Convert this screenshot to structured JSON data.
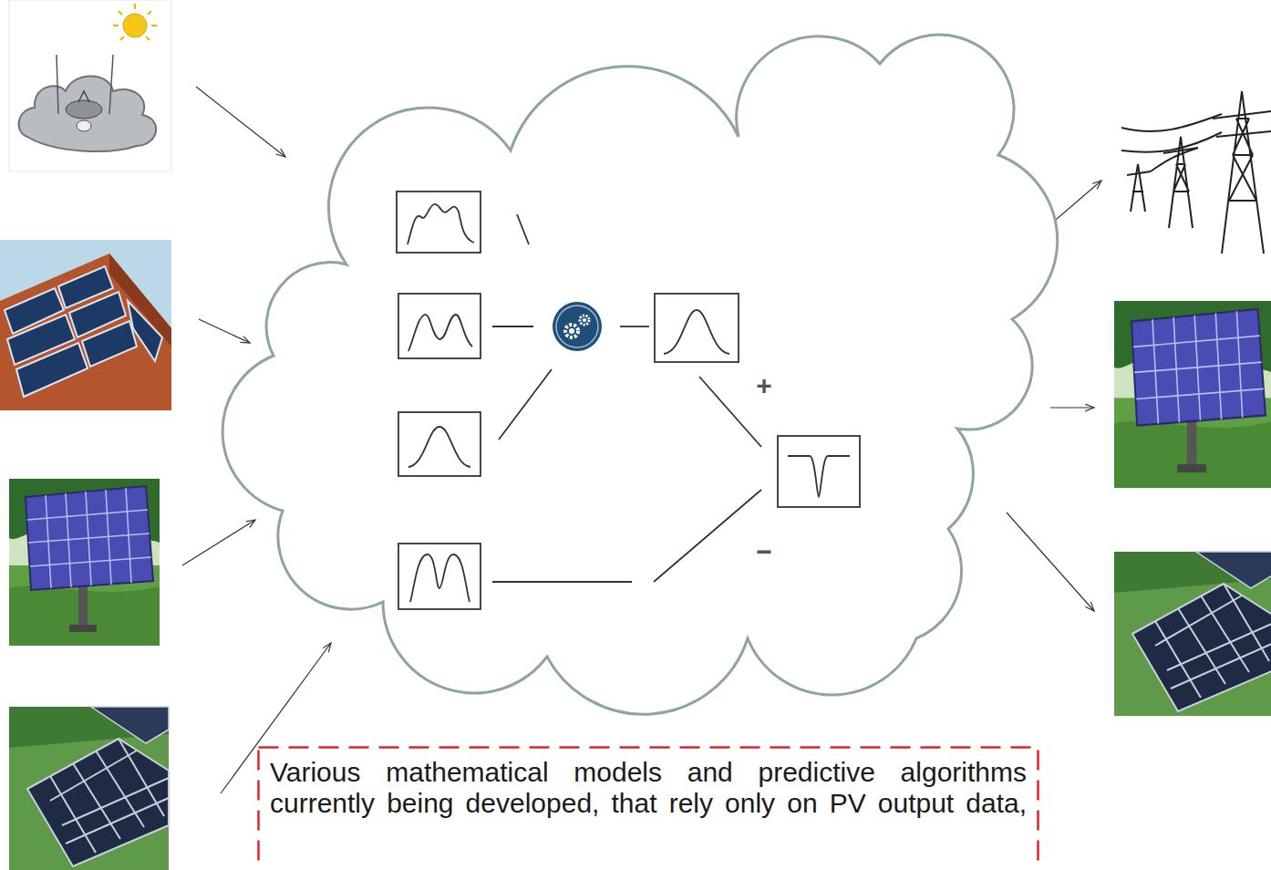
{
  "diagram": {
    "nodes": [
      {
        "text": [
          "Various mathematical models and predictive algorithms currently being developed, that rely only on PV output data,"
        ]
      }
    ],
    "labels": [
      "+",
      "−"
    ]
  }
}
